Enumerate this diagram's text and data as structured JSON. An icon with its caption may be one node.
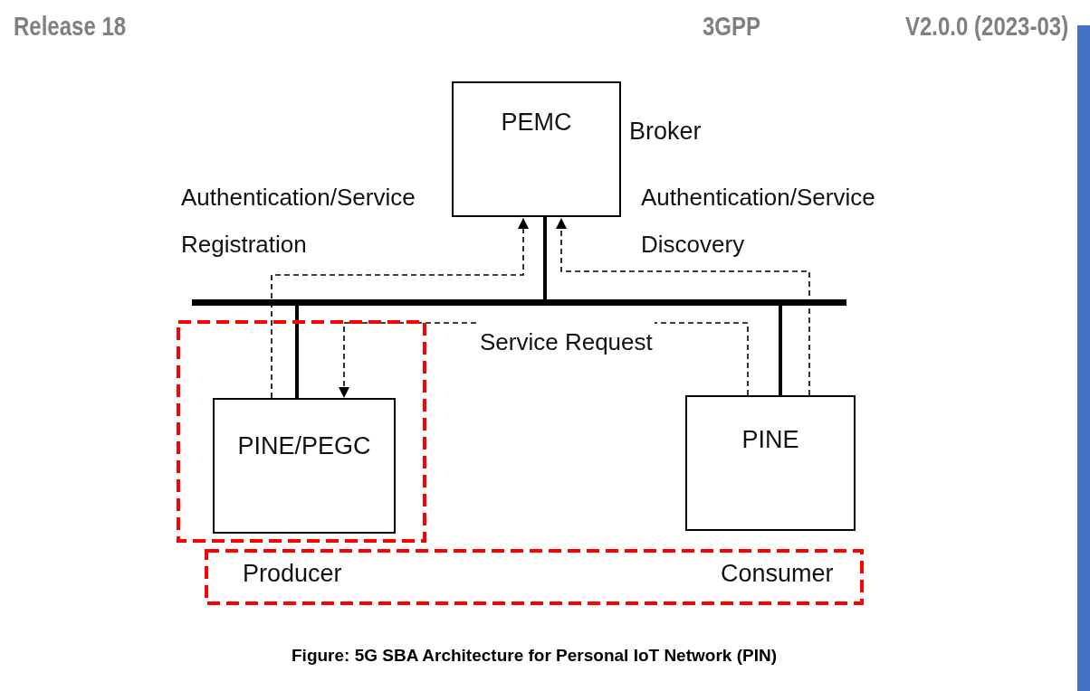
{
  "diagram": {
    "caption": "Figure: 5G SBA Architecture for Personal IoT Network (PIN)",
    "nodes": [
      {
        "text": [
          "PEMC"
        ],
        "beside": [
          "Broker"
        ]
      },
      {
        "text": [],
        "shape": "bar"
      },
      {
        "text": [],
        "shape": "box"
      },
      {
        "text": [
          "PINE/PEGC"
        ],
        "in": 2
      },
      {
        "text": [
          "PINE"
        ]
      },
      {
        "text": [
          "Producer",
          "Consumer"
        ]
      },
      {
        "text": [],
        "shape": "bar"
      }
    ],
    "edges": [
      {
        "from": 0,
        "to": 1,
        "arrow": "none",
        "style": "thick"
      },
      {
        "from": 1,
        "to": 3,
        "arrow": "none",
        "style": "thick"
      },
      {
        "from": 1,
        "to": 4,
        "arrow": "none",
        "style": "thick"
      },
      {
        "from": 3,
        "to": 0,
        "arrow": "to",
        "style": "dashed",
        "label": "Authentication/Service Registration"
      },
      {
        "from": 4,
        "to": 0,
        "arrow": "to",
        "style": "dashed",
        "label": "Authentication/Service Discovery"
      },
      {
        "from": 4,
        "to": 3,
        "arrow": "to",
        "style": "dashed",
        "label": "Service Request"
      }
    ],
    "labels": [
      "Release 18",
      "3GPP",
      "V2.0.0 (2023-03)"
    ]
  }
}
